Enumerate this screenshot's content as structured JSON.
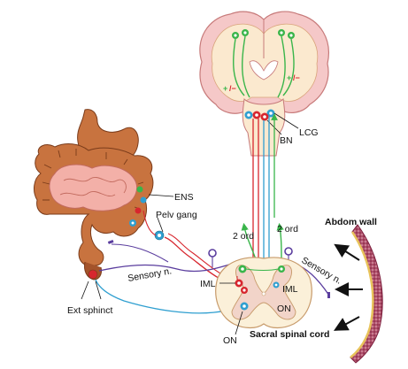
{
  "labels": {
    "lcg": "LCG",
    "bn": "BN",
    "ens": "ENS",
    "pelv_gang": "Pelv gang",
    "abdom_wall": "Abdom wall",
    "second_order_left": "2 ord",
    "second_order_right": "2 ord",
    "sensory_left": "Sensory n.",
    "sensory_right": "Sensory n.",
    "iml_left": "IML",
    "iml_right": "IML",
    "on_right": "ON",
    "on_bottom": "ON",
    "ext_sphinct": "Ext sphinct",
    "sacral_cord": "Sacral spinal cord"
  },
  "colors": {
    "cortex": "#f5c8c8",
    "white_matter": "#fbe9cf",
    "gut": "#c8733f",
    "gut_dark": "#a4532a",
    "small_intestine": "#f3b0a8",
    "cord_grey": "#f2d4c9",
    "cord_white": "#fbf0d9",
    "green_pathway": "#39b54a",
    "red_pathway": "#d7262e",
    "blue_pathway": "#2f9fd0",
    "purple_pathway": "#5a3d9e",
    "abdominal_wall": "#8a2a4a"
  }
}
